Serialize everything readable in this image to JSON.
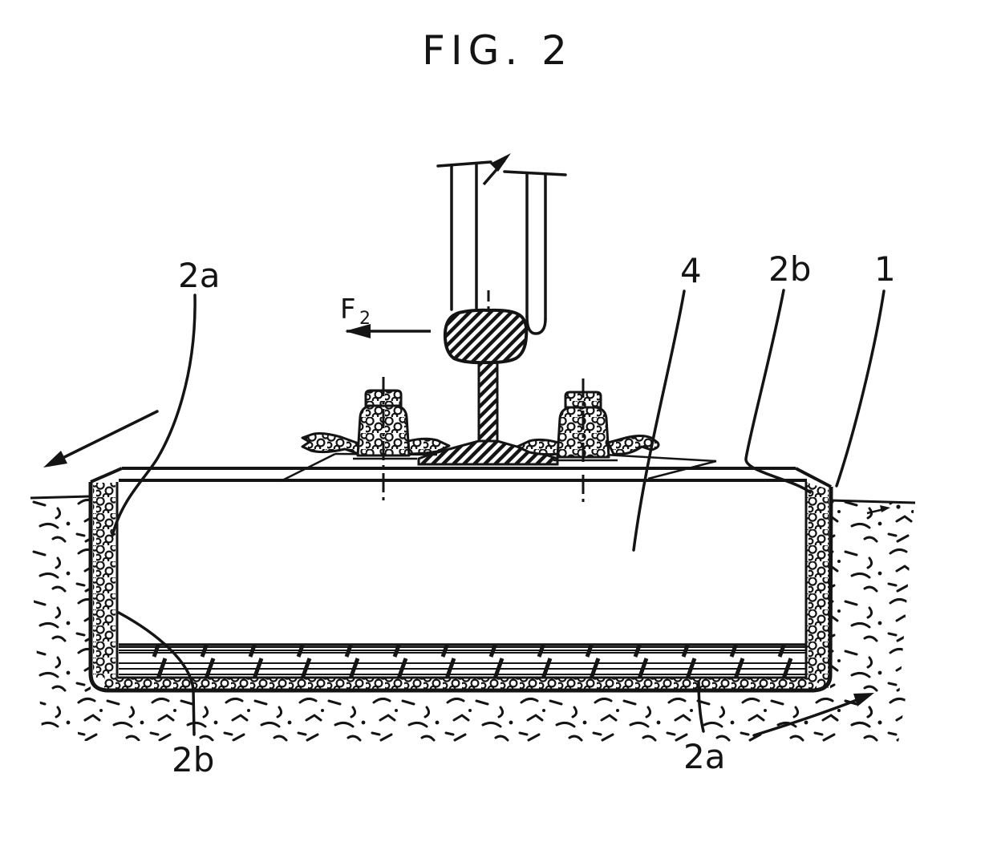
{
  "figure": {
    "title": "FIG. 2",
    "force_label": {
      "base": "F",
      "sub": "2"
    },
    "reference_labels": {
      "top_left_liner": "2a",
      "slab_body": "4",
      "top_right_inner_liner": "2b",
      "trough": "1",
      "bottom_grid_layer": "2b",
      "bottom_outer_liner": "2a"
    },
    "colors": {
      "ink": "#141414",
      "paper": "#ffffff"
    }
  }
}
